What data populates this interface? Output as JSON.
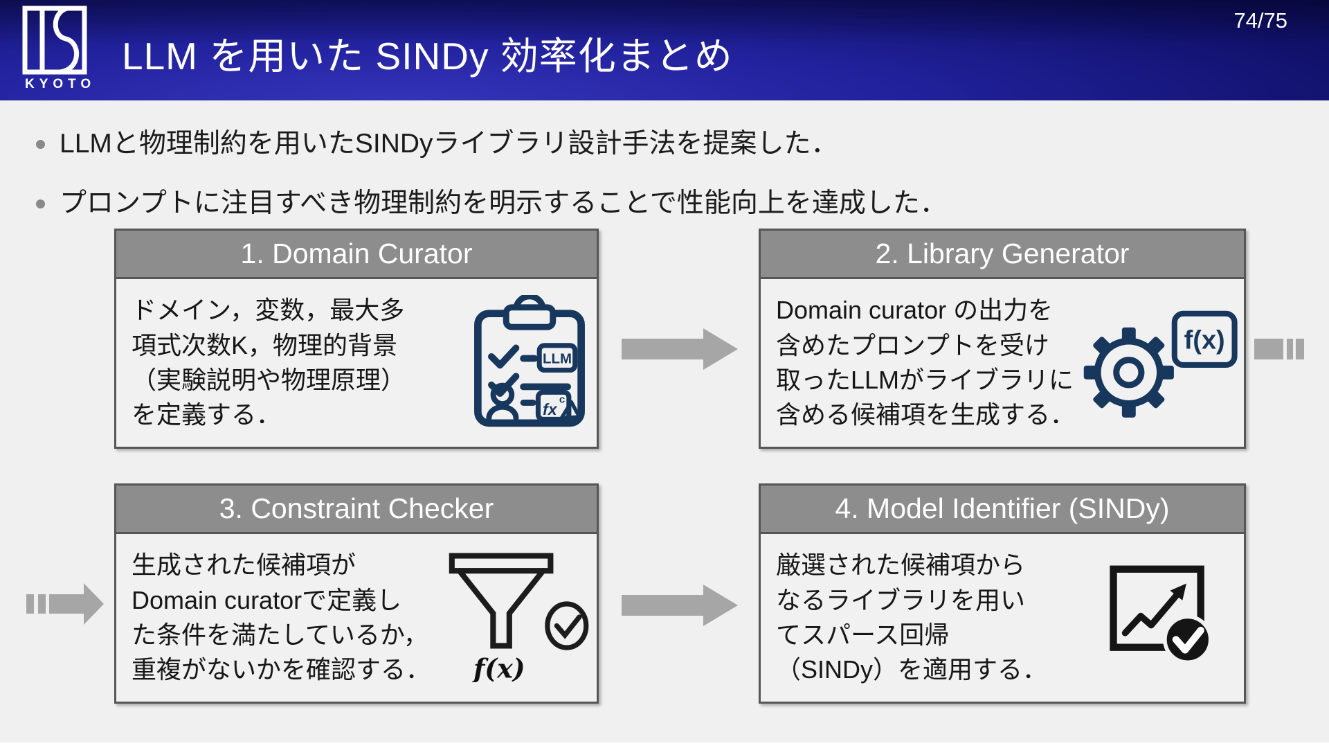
{
  "slide": {
    "page_number": "74/75",
    "logo": {
      "text": "KYOTO"
    },
    "title": "LLM を用いた SINDy 効率化まとめ",
    "bullets": [
      "LLMと物理制約を用いたSINDyライブラリ設計手法を提案した．",
      "プロンプトに注目すべき物理制約を明示することで性能向上を達成した．"
    ],
    "boxes": [
      {
        "number_title": "1. Domain Curator",
        "description": "ドメイン，変数，最大多\n項式次数K，物理的背景\n（実験説明や物理原理）\nを定義する．",
        "icon": "clipboard-checklist-icon",
        "icon_labels": {
          "badge": "LLM",
          "fx": "fx",
          "c": "c"
        }
      },
      {
        "number_title": "2. Library Generator",
        "description": "Domain curator の出力を\n含めたプロンプトを受け\n取ったLLMがライブラリに\n含める候補項を生成する．",
        "icon": "gear-function-icon",
        "icon_labels": {
          "fx": "f(x)"
        }
      },
      {
        "number_title": "3. Constraint Checker",
        "description": "生成された候補項が\nDomain curatorで定義し\nた条件を満たしているか，\n重複がないかを確認する．",
        "icon": "funnel-check-icon",
        "icon_labels": {
          "fx": "f(x)"
        }
      },
      {
        "number_title": "4. Model Identifier (SINDy)",
        "description": "厳選された候補項から\nなるライブラリを用い\nてスパース回帰\n（SINDy）を適用する．",
        "icon": "chart-growth-check-icon"
      }
    ],
    "colors": {
      "header_gradient_bright": "#3434ba",
      "header_gradient_dark": "#03032c",
      "box_header_bg": "#8d8d8d",
      "box_border": "#565656",
      "arrow_gray": "#a6a6a6",
      "icon_navy": "#17375d",
      "icon_black": "#1c1c1c",
      "slide_bg": "#f0f0f0",
      "text_dark": "#161616"
    }
  }
}
